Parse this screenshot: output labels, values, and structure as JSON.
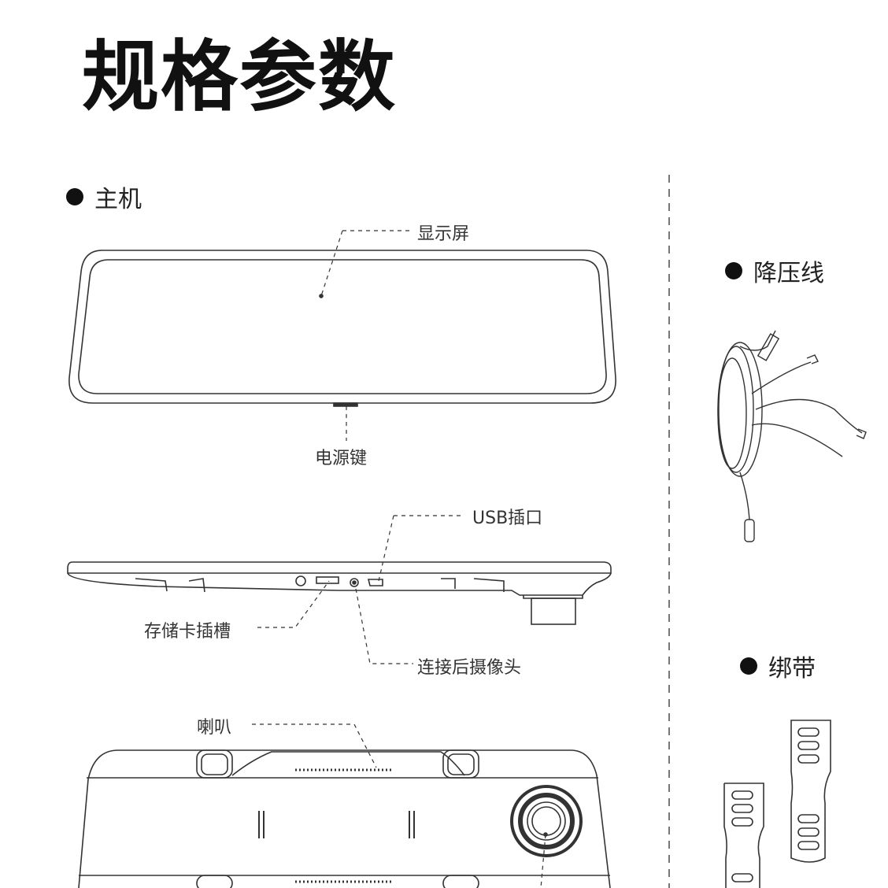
{
  "title": "规格参数",
  "sections": {
    "main_unit": "主机",
    "cable": "降压线",
    "strap": "绑带"
  },
  "labels": {
    "screen": "显示屏",
    "power_key": "电源键",
    "usb_port": "USB插口",
    "card_slot": "存储卡插槽",
    "rear_camera": "连接后摄像头",
    "speaker": "喇叭"
  }
}
